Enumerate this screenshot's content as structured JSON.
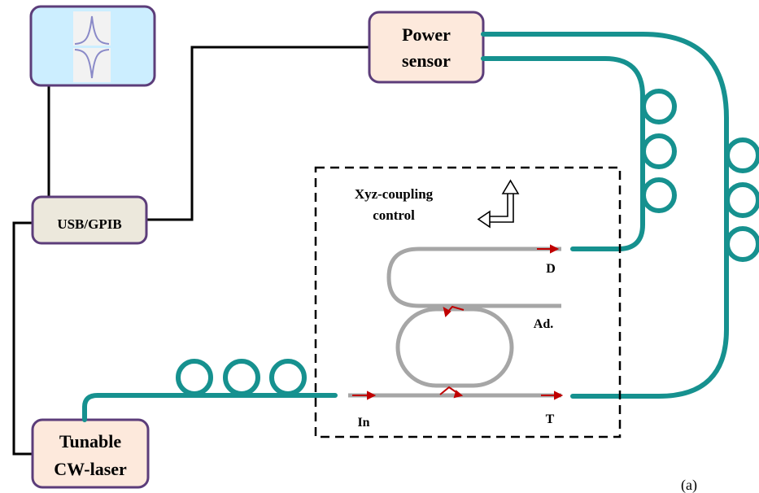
{
  "boxes": {
    "monitor": {
      "fill": "#cceeff",
      "stroke": "#5c3d7a"
    },
    "usb_gpib": {
      "label": "USB/GPIB",
      "fill": "#ece8dc",
      "stroke": "#5c3d7a"
    },
    "power_sensor": {
      "line1": "Power",
      "line2": "sensor",
      "fill": "#fde9dc",
      "stroke": "#5c3d7a"
    },
    "laser": {
      "line1": "Tunable",
      "line2": "CW-laser",
      "fill": "#fde9dc",
      "stroke": "#5c3d7a"
    }
  },
  "stage_labels": {
    "line1": "Xyz-coupling",
    "line2": "control"
  },
  "port_labels": {
    "drop": "D",
    "add": "Ad.",
    "input": "In",
    "through": "T"
  },
  "figure_label": "(a)",
  "colors": {
    "fiber": "#16918f",
    "waveguide": "#a6a6a6",
    "arrow": "#c00000",
    "wire": "#000000",
    "spectrum": "#8a8ac8"
  }
}
